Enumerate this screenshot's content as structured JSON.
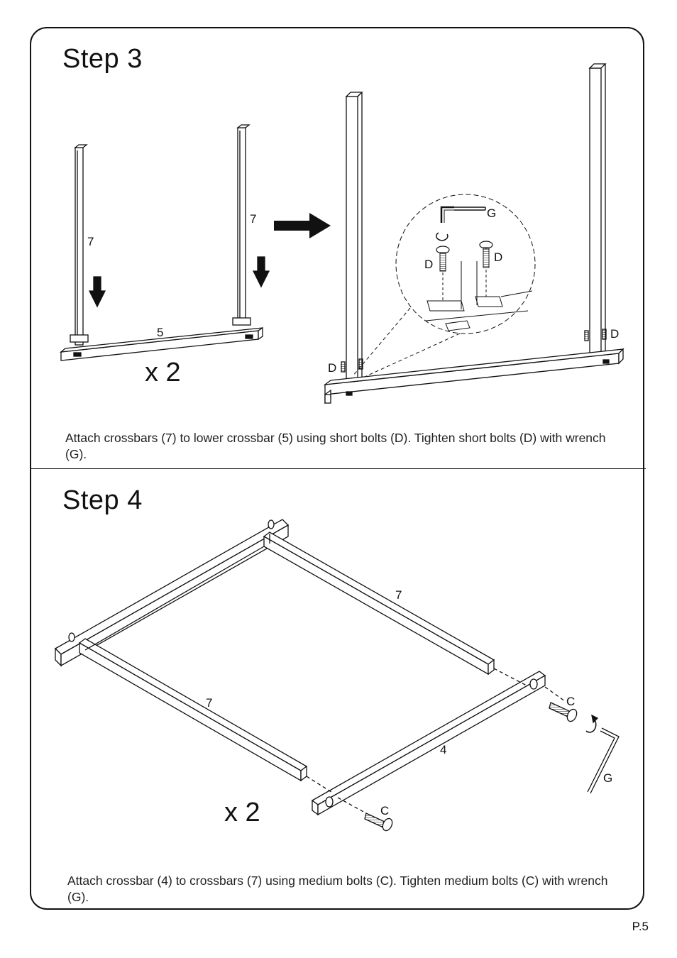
{
  "step3": {
    "title": "Step  3",
    "multiplier": "x 2",
    "caption": "Attach crossbars (7) to lower crossbar (5) using short bolts (D). Tighten short bolts (D) with wrench (G).",
    "labels": {
      "left_post": "7",
      "right_post": "7",
      "crossbar": "5",
      "bolt_left": "D",
      "bolt_right": "D",
      "bolt_detail_left": "D",
      "bolt_detail_right": "D",
      "bolt_assembled_left": "D",
      "bolt_assembled_right": "D",
      "wrench": "G"
    }
  },
  "step4": {
    "title": "Step  4",
    "multiplier": "x 2",
    "caption": "Attach crossbar (4) to crossbars (7) using medium bolts (C). Tighten medium bolts (C) with wrench (G).",
    "labels": {
      "top_crossbar": "7",
      "bottom_crossbar": "7",
      "front_crossbar": "4",
      "bolt_top": "C",
      "bolt_bottom": "C",
      "wrench": "G"
    }
  },
  "page": {
    "number": "P.5"
  }
}
